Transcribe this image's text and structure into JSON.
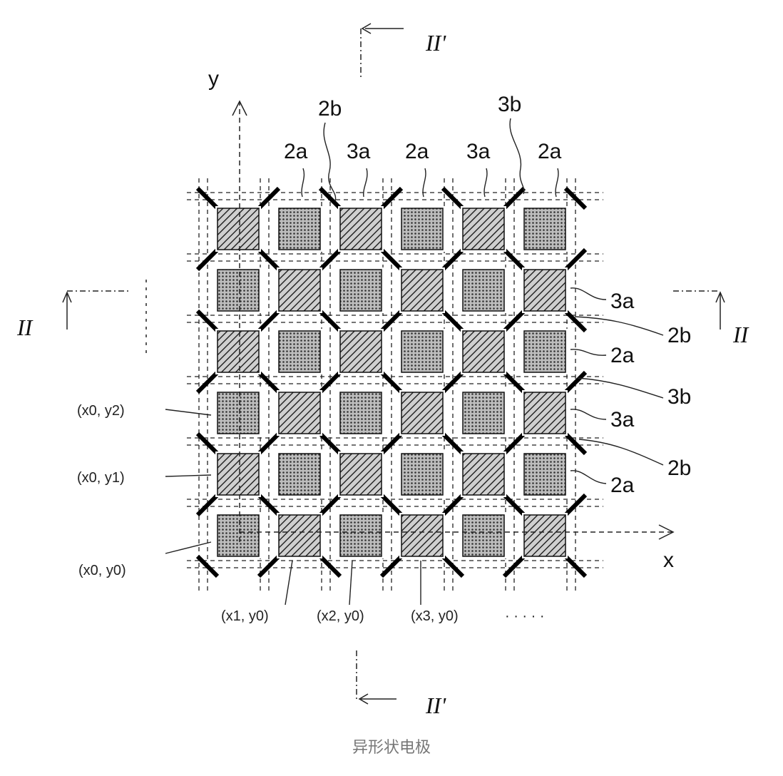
{
  "caption": "异形状电极",
  "axes": {
    "x_label": "x",
    "y_label": "y"
  },
  "section_markers": {
    "top": "II'",
    "bottom": "II'",
    "left": "II",
    "right": "II"
  },
  "top_labels": [
    "2a",
    "2b",
    "3a",
    "2a",
    "3a",
    "3b",
    "2a"
  ],
  "right_labels": [
    "3a",
    "2b",
    "2a",
    "3b",
    "3a",
    "2b",
    "2a"
  ],
  "coordinate_labels": {
    "x0_y2": "(x0, y2)",
    "x0_y1": "(x0, y1)",
    "x0_y0": "(x0, y0)",
    "x1_y0": "(x1, y0)",
    "x2_y0": "(x2, y0)",
    "x3_y0": "(x3, y0)"
  },
  "ellipsis": "· · · · ·",
  "grid": {
    "rows": [
      [
        "h",
        "d",
        "h",
        "d",
        "h",
        "d"
      ],
      [
        "d",
        "h",
        "d",
        "h",
        "d",
        "h"
      ],
      [
        "h",
        "d",
        "h",
        "d",
        "h",
        "d"
      ],
      [
        "d",
        "h",
        "d",
        "h",
        "d",
        "h"
      ],
      [
        "h",
        "d",
        "h",
        "d",
        "h",
        "d"
      ],
      [
        "d",
        "h",
        "d",
        "h",
        "d",
        "h"
      ]
    ]
  }
}
